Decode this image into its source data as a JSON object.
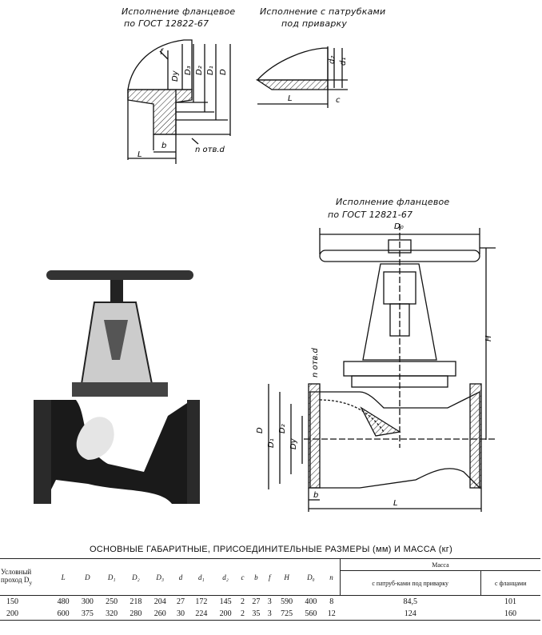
{
  "top_labels": {
    "flanged_caption_1": "Исполнение фланцевое",
    "flanged_caption_2": "по ГОСТ 12822-67",
    "welded_caption_1": "Исполнение с патрубками",
    "welded_caption_2": "под приварку",
    "main_caption_1": "Исполнение фланцевое",
    "main_caption_2": "по ГОСТ 12821-67"
  },
  "dims_detail": {
    "f": "f",
    "Dy": "Dу",
    "D3": "D₃",
    "D2": "D₂",
    "D1": "D₁",
    "D": "D",
    "b": "b",
    "L": "L",
    "holes": "n отв.d",
    "d2": "d₂",
    "d1": "d₁",
    "c": "c"
  },
  "dims_main": {
    "D0": "D₀",
    "H": "H",
    "holes": "n отв.d",
    "D": "D",
    "D1": "D₁",
    "D2": "D₂",
    "Dy": "Dу",
    "b": "b",
    "L": "L"
  },
  "table": {
    "title": "ОСНОВНЫЕ ГАБАРИТНЫЕ, ПРИСОЕДИНИТЕЛЬНЫЕ  РАЗМЕРЫ (мм) И МАССА (кг)",
    "first_header_1": "Условный",
    "first_header_2": "проход D",
    "first_header_sub": "y",
    "headers": [
      "L",
      "D",
      "D₁",
      "D₂",
      "D₃",
      "d",
      "d₁",
      "d₂",
      "c",
      "b",
      "f",
      "H",
      "D₀",
      "n"
    ],
    "mass_group": "Масса",
    "mass_sub_1": "с патруб-ками под приварку",
    "mass_sub_2": "с фланцами",
    "rows": [
      [
        "150",
        "480",
        "300",
        "250",
        "218",
        "204",
        "27",
        "172",
        "145",
        "2",
        "27",
        "3",
        "590",
        "400",
        "8",
        "84,5",
        "101"
      ],
      [
        "200",
        "600",
        "375",
        "320",
        "280",
        "260",
        "30",
        "224",
        "200",
        "2",
        "35",
        "3",
        "725",
        "560",
        "12",
        "124",
        "160"
      ]
    ]
  }
}
